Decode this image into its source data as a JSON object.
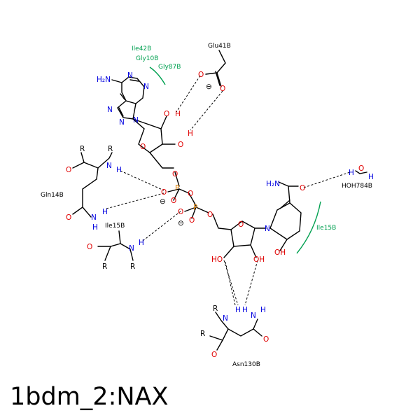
{
  "title": "1bdm_2:NAX",
  "residues": {
    "glu41b": "Glu41B",
    "ile42b": "Ile42B",
    "gly10b": "Gly10B",
    "gly87b": "Gly87B",
    "gln14b": "Gln14B",
    "ile15b_left": "Ile15B",
    "ile15b_right": "Ile15B",
    "hoh784b": "HOH784B",
    "asn130b": "Asn130B"
  },
  "atoms": {
    "o": "O",
    "n": "N",
    "h": "H",
    "p": "P",
    "r": "R",
    "nh2": "NH",
    "h2n": "H₂N",
    "oh": "OH",
    "ho": "HO",
    "minus": "⊖",
    "nh_sub2": "2"
  },
  "colors": {
    "oxygen": "#e00000",
    "nitrogen": "#0000e0",
    "phosphorus": "#e08000",
    "hydrophobic_arc": "#00a050"
  }
}
